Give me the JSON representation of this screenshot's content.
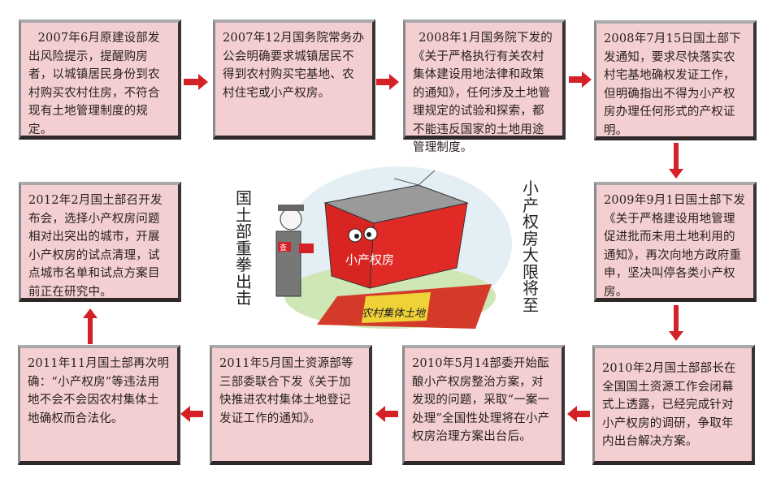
{
  "steps": [
    {
      "text": "2007年6月原建设部发出风险提示，提醒购房者，以城镇居民身份到农村购买农村住房，不符合现有土地管理制度的规定。"
    },
    {
      "text": "2007年12月国务院常务办公会明确要求城镇居民不得到农村购买宅基地、农村住宅或小产权房。"
    },
    {
      "text": "2008年1月国务院下发的《关于严格执行有关农村集体建设用地法律和政策的通知》，任何涉及土地管理规定的试验和探索，都不能违反国家的土地用途管理制度。"
    },
    {
      "text": "2008年7月15日国土部下发通知，要求尽快落实农村宅基地确权发证工作，但明确指出不得为小产权房办理任何形式的产权证明。"
    },
    {
      "text": "2009年9月1日国土部下发《关于严格建设用地管理促进批而未用土地利用的通知》，再次向地方政府重申，坚决叫停各类小产权房。"
    },
    {
      "text": "2010年2月国土部部长在全国国土资源工作会闭幕式上透露，已经完成针对小产权房的调研，争取年内出台解决方案。"
    },
    {
      "text": "2010年5月14部委开始酝酿小产权房整治方案，对发现的问题，采取“一案一处理”全国性处理将在小产权房治理方案出台后。"
    },
    {
      "text": "2011年5月国土资源部等三部委联合下发《关于加快推进农村集体土地登记发证工作的通知》。"
    },
    {
      "text": "2011年11月国土部再次明确：“小产权房”等违法用地不会不会因农村集体土地确权而合法化。"
    },
    {
      "text": "2012年2月国土部召开发布会，选择小产权房问题相对出突出的城市，开展小产权房的试点清理，试点城市名单和试点方案目前正在研究中。"
    }
  ],
  "center": {
    "left_caption": "国土部重拳出击",
    "right_caption": "小产权房大限将至",
    "house_label": "小产权房",
    "ground_label": "农村集体土地",
    "armband_label": "查"
  },
  "colors": {
    "box": "#f3cfd2",
    "arrow": "#d42027"
  }
}
